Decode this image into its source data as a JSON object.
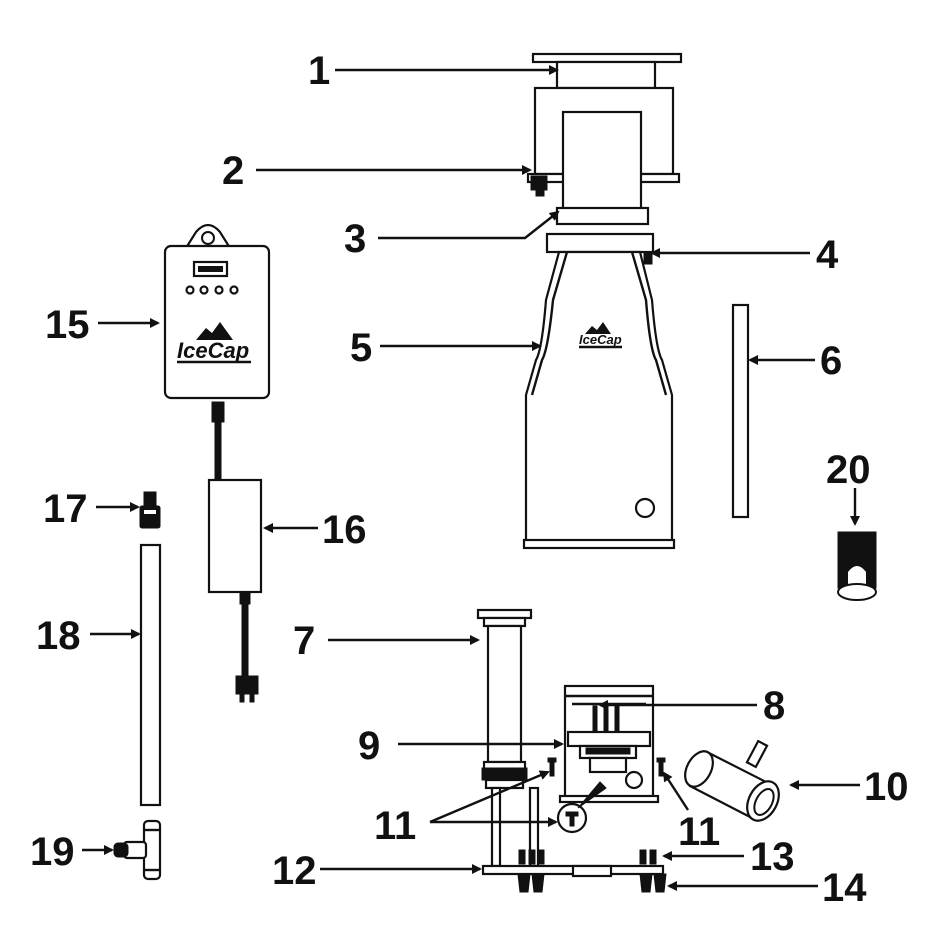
{
  "brand": {
    "logo_text": "IceCap",
    "accent_color": "#111111",
    "background_color": "#ffffff"
  },
  "callouts": [
    {
      "id": "1",
      "text": "1"
    },
    {
      "id": "2",
      "text": "2"
    },
    {
      "id": "3",
      "text": "3"
    },
    {
      "id": "4",
      "text": "4"
    },
    {
      "id": "5",
      "text": "5"
    },
    {
      "id": "6",
      "text": "6"
    },
    {
      "id": "7",
      "text": "7"
    },
    {
      "id": "8",
      "text": "8"
    },
    {
      "id": "9",
      "text": "9"
    },
    {
      "id": "10",
      "text": "10"
    },
    {
      "id": "11a",
      "text": "11"
    },
    {
      "id": "11b",
      "text": "11"
    },
    {
      "id": "12",
      "text": "12"
    },
    {
      "id": "13",
      "text": "13"
    },
    {
      "id": "14",
      "text": "14"
    },
    {
      "id": "15",
      "text": "15"
    },
    {
      "id": "16",
      "text": "16"
    },
    {
      "id": "17",
      "text": "17"
    },
    {
      "id": "18",
      "text": "18"
    },
    {
      "id": "19",
      "text": "19"
    },
    {
      "id": "20",
      "text": "20"
    }
  ]
}
